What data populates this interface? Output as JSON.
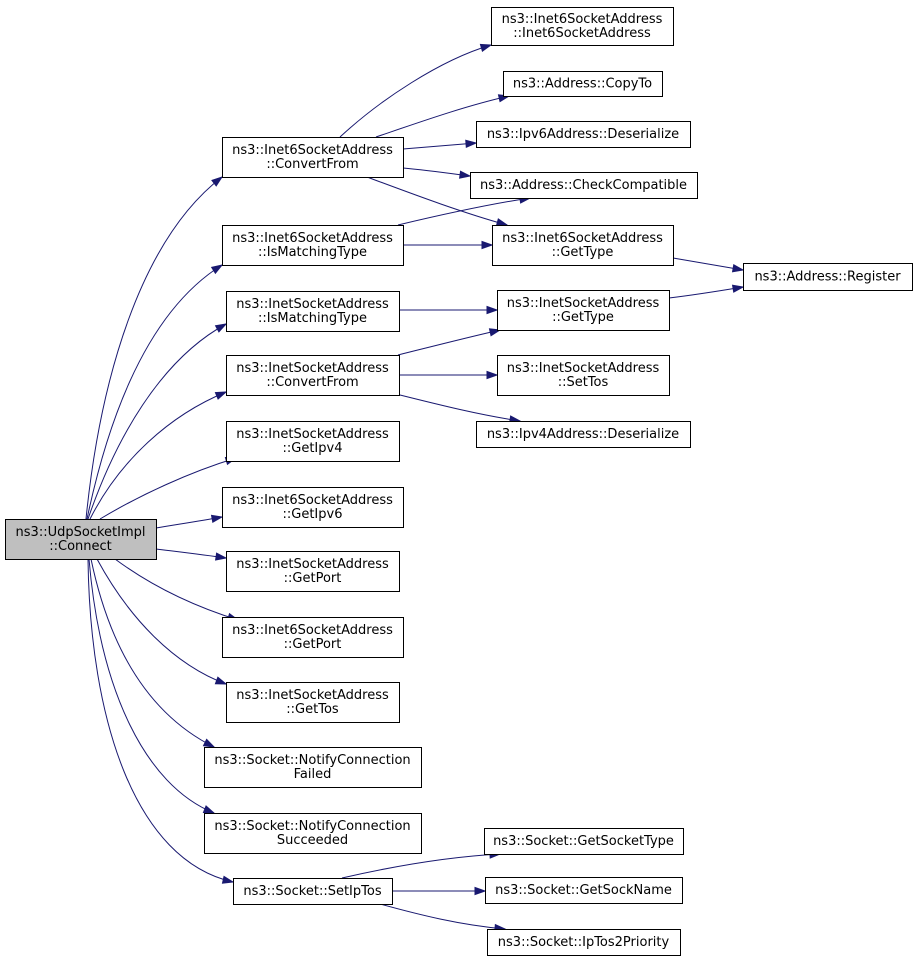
{
  "nodes": {
    "connect": [
      "ns3::UdpSocketImpl",
      "::Connect"
    ],
    "i6_convertfrom": [
      "ns3::Inet6SocketAddress",
      "::ConvertFrom"
    ],
    "i6_ismatching": [
      "ns3::Inet6SocketAddress",
      "::IsMatchingType"
    ],
    "i4_ismatching": [
      "ns3::InetSocketAddress",
      "::IsMatchingType"
    ],
    "i4_convertfrom": [
      "ns3::InetSocketAddress",
      "::ConvertFrom"
    ],
    "i4_getipv4": [
      "ns3::InetSocketAddress",
      "::GetIpv4"
    ],
    "i6_getipv6": [
      "ns3::Inet6SocketAddress",
      "::GetIpv6"
    ],
    "i4_getport": [
      "ns3::InetSocketAddress",
      "::GetPort"
    ],
    "i6_getport": [
      "ns3::Inet6SocketAddress",
      "::GetPort"
    ],
    "i4_gettos": [
      "ns3::InetSocketAddress",
      "::GetTos"
    ],
    "notify_failed": [
      "ns3::Socket::NotifyConnection",
      "Failed"
    ],
    "notify_succeeded": [
      "ns3::Socket::NotifyConnection",
      "Succeeded"
    ],
    "setiptos": [
      "ns3::Socket::SetIpTos"
    ],
    "i6_ctor": [
      "ns3::Inet6SocketAddress",
      "::Inet6SocketAddress"
    ],
    "addr_copyto": [
      "ns3::Address::CopyTo"
    ],
    "ipv6_deser": [
      "ns3::Ipv6Address::Deserialize"
    ],
    "addr_checkcompat": [
      "ns3::Address::CheckCompatible"
    ],
    "i6_gettype": [
      "ns3::Inet6SocketAddress",
      "::GetType"
    ],
    "i4_gettype": [
      "ns3::InetSocketAddress",
      "::GetType"
    ],
    "i4_settos": [
      "ns3::InetSocketAddress",
      "::SetTos"
    ],
    "ipv4_deser": [
      "ns3::Ipv4Address::Deserialize"
    ],
    "addr_register": [
      "ns3::Address::Register"
    ],
    "sock_gettype": [
      "ns3::Socket::GetSocketType"
    ],
    "sock_getname": [
      "ns3::Socket::GetSockName"
    ],
    "sock_iptos2prio": [
      "ns3::Socket::IpTos2Priority"
    ]
  },
  "edges": [
    [
      "connect",
      "i6_convertfrom"
    ],
    [
      "connect",
      "i6_ismatching"
    ],
    [
      "connect",
      "i4_ismatching"
    ],
    [
      "connect",
      "i4_convertfrom"
    ],
    [
      "connect",
      "i4_getipv4"
    ],
    [
      "connect",
      "i6_getipv6"
    ],
    [
      "connect",
      "i4_getport"
    ],
    [
      "connect",
      "i6_getport"
    ],
    [
      "connect",
      "i4_gettos"
    ],
    [
      "connect",
      "notify_failed"
    ],
    [
      "connect",
      "notify_succeeded"
    ],
    [
      "connect",
      "setiptos"
    ],
    [
      "i6_convertfrom",
      "i6_ctor"
    ],
    [
      "i6_convertfrom",
      "addr_copyto"
    ],
    [
      "i6_convertfrom",
      "ipv6_deser"
    ],
    [
      "i6_convertfrom",
      "addr_checkcompat"
    ],
    [
      "i6_convertfrom",
      "i6_gettype"
    ],
    [
      "i6_ismatching",
      "addr_checkcompat"
    ],
    [
      "i6_ismatching",
      "i6_gettype"
    ],
    [
      "i4_ismatching",
      "i4_gettype"
    ],
    [
      "i4_convertfrom",
      "i4_gettype"
    ],
    [
      "i4_convertfrom",
      "i4_settos"
    ],
    [
      "i4_convertfrom",
      "ipv4_deser"
    ],
    [
      "i6_gettype",
      "addr_register"
    ],
    [
      "i4_gettype",
      "addr_register"
    ],
    [
      "setiptos",
      "sock_gettype"
    ],
    [
      "setiptos",
      "sock_getname"
    ],
    [
      "setiptos",
      "sock_iptos2prio"
    ]
  ],
  "colors": {
    "edge": "#191970",
    "root_fill": "#bfbfbf",
    "node_fill": "#ffffff",
    "node_border": "#000000"
  }
}
